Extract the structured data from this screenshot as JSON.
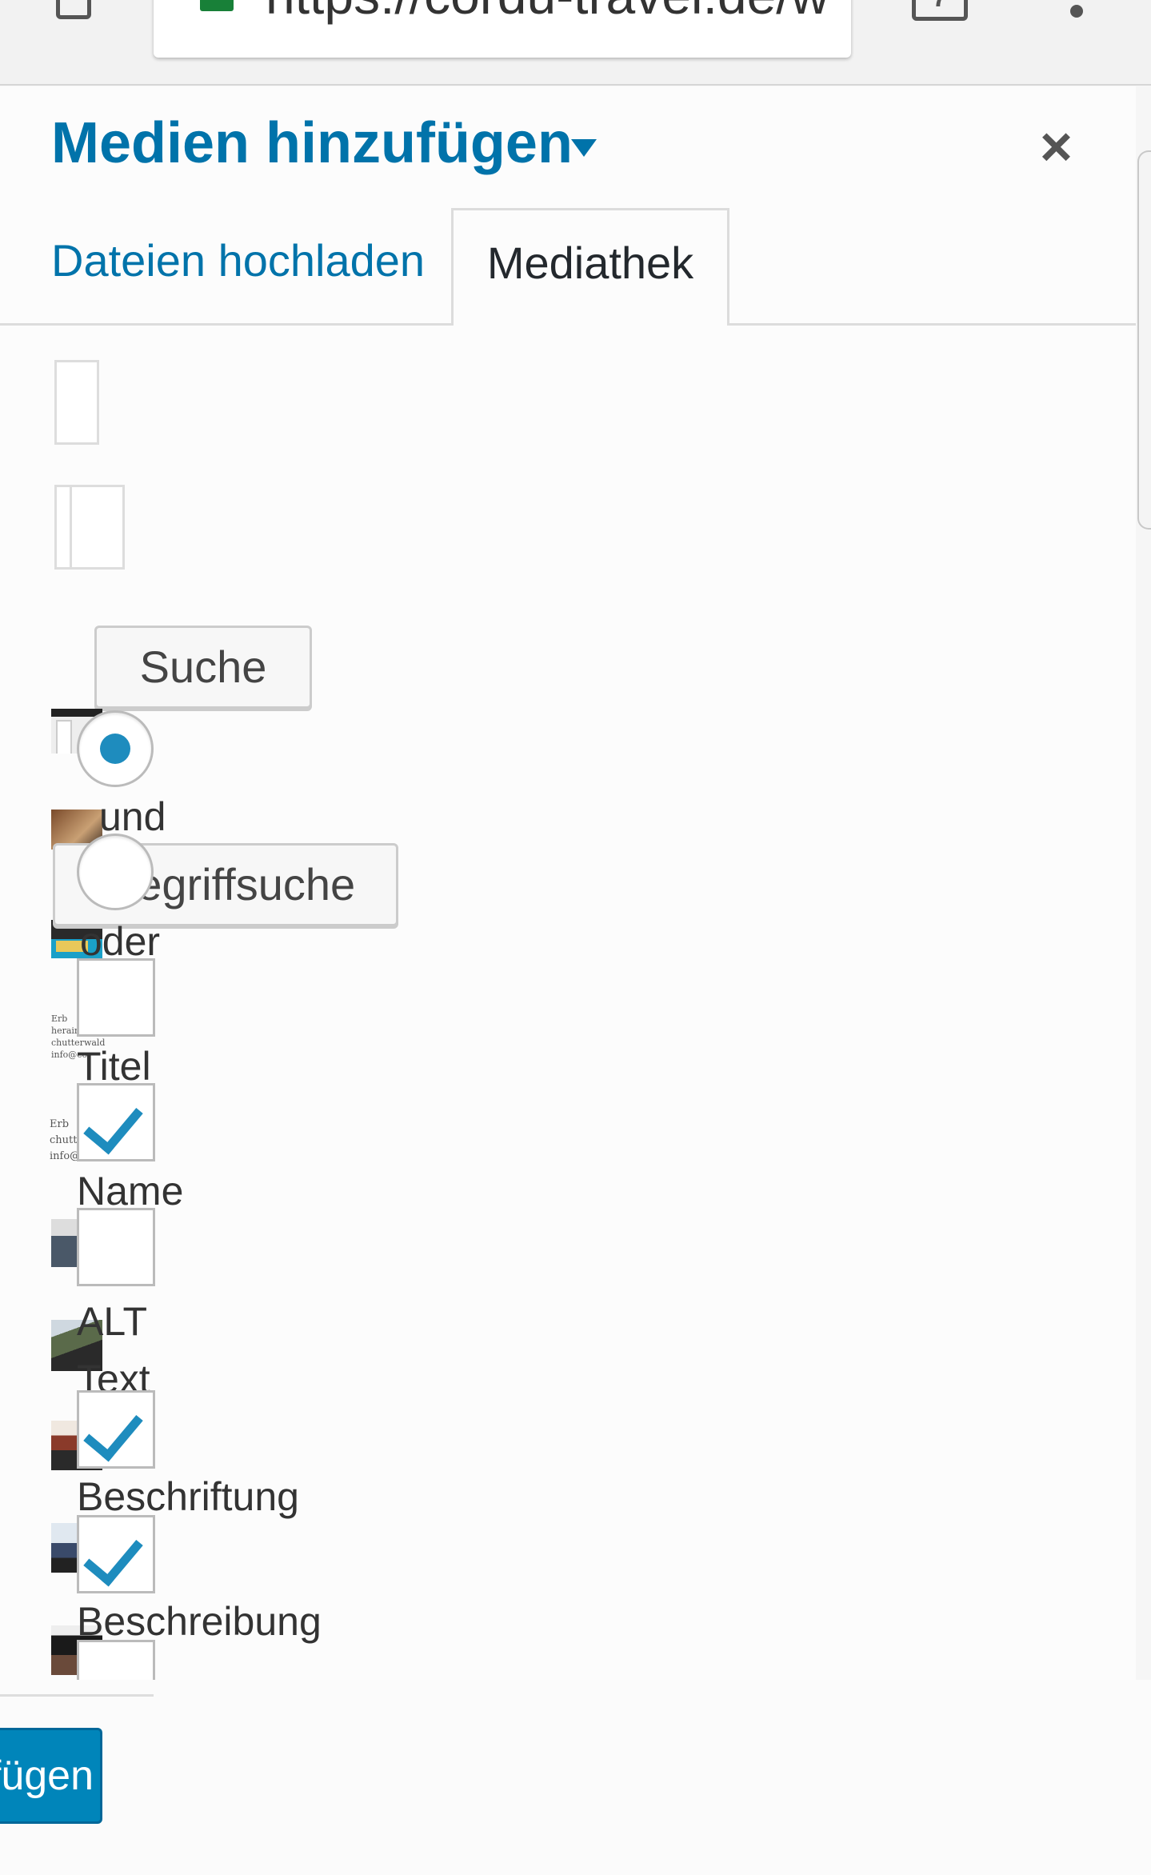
{
  "browser": {
    "url": "https://cordu-travel.de/w",
    "tab_count": "7"
  },
  "modal": {
    "title": "Medien hinzufügen",
    "close_label": "×",
    "router": {
      "upload_tab": "Dateien hochladen",
      "library_tab": "Mediathek"
    }
  },
  "search": {
    "button_label": "Suche",
    "fallback_button_label": "Begriffsuche",
    "mode_and_label": "und",
    "mode_or_label": "oder",
    "mode_selected": "und"
  },
  "fields": [
    {
      "label": "Titel",
      "checked": false
    },
    {
      "label": "Name",
      "checked": true
    },
    {
      "label": "ALT Text",
      "checked": false
    },
    {
      "label": "Beschriftung",
      "checked": true
    },
    {
      "label": "Beschreibung",
      "checked": true
    }
  ],
  "thumb_snippet_lines": [
    "Erb",
    "herain",
    "chutterwald",
    "info@cor"
  ],
  "toolbar": {
    "insert_button_label": "In den Beitrag einfügen"
  },
  "colors": {
    "accent": "#0073aa",
    "primary_button": "#0085ba",
    "check": "#1e8cbe",
    "lock": "#188038"
  }
}
